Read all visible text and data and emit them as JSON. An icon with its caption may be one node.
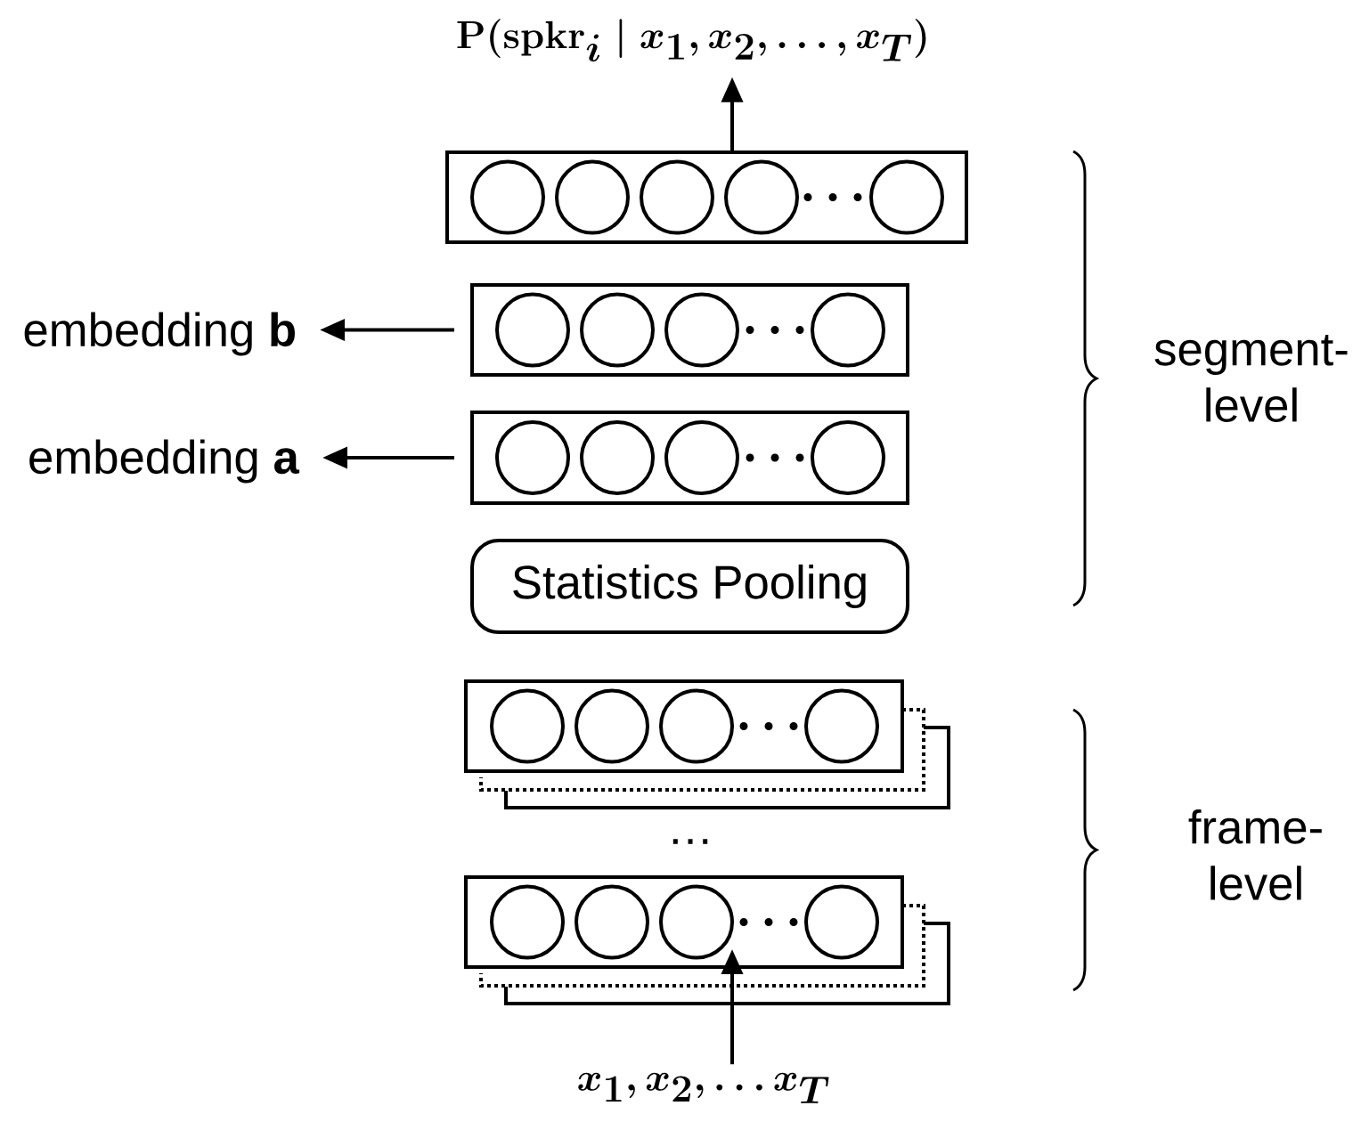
{
  "diagram": {
    "nodes": [
      {
        "text": [
          "\\mathbf{P}(\\mathbf{spkr}_i \\mid x_1, x_2, \\ldots, x_T)"
        ]
      },
      {
        "text": [],
        "shape": "box"
      },
      {
        "text": [
          "embedding **b**"
        ]
      },
      {
        "text": [],
        "shape": "box"
      },
      {
        "text": [
          "embedding **a**"
        ]
      },
      {
        "text": [],
        "shape": "box"
      },
      {
        "text": [
          "Statistics Pooling"
        ]
      },
      {
        "text": [],
        "shape": "box"
      },
      {
        "text": [],
        "shape": "box"
      },
      {
        "text": [
          "x_1, x_2, \\ldots x_T"
        ]
      }
    ],
    "edges": [
      {
        "from": 1,
        "to": 0,
        "arrow": "to"
      },
      {
        "from": 3,
        "to": 2,
        "arrow": "to"
      },
      {
        "from": 5,
        "to": 4,
        "arrow": "to"
      },
      {
        "from": 9,
        "to": 8,
        "arrow": "to"
      }
    ],
    "labels": [
      "segment-level",
      "…",
      "frame-level"
    ]
  }
}
